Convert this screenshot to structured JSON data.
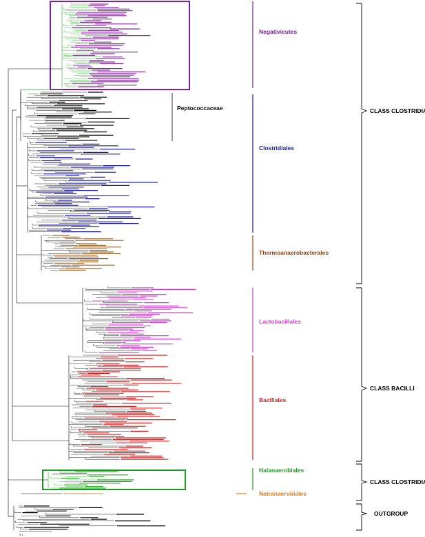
{
  "groups": {
    "negativicutes": {
      "label": "Negativicutes",
      "color": "#7b1fa2"
    },
    "peptococcaceae": {
      "label": "Peptococcaceae",
      "color": "#000000"
    },
    "clostridiales": {
      "label": "Clostridiales",
      "color": "#1a1aa6"
    },
    "thermoanaerobacterales": {
      "label": "Thermoanaerobacterales",
      "color": "#8b4513"
    },
    "lactobacillales": {
      "label": "Lactobacillales",
      "color": "#d63cd6"
    },
    "bacillales": {
      "label": "Bacillales",
      "color": "#d62020"
    },
    "halanaerobiales": {
      "label": "Halanaerobiales",
      "color": "#1a9a1a"
    },
    "natranaerobiales": {
      "label": "Natranaerobiales",
      "color": "#e07a1a"
    }
  },
  "classes": {
    "clostridia_top": "CLASS CLOSTRIDIA",
    "bacilli": "CLASS BACILLI",
    "clostridia_bottom": "CLASS CLOSTRIDIA",
    "outgroup": "OUTGROUP"
  },
  "scale_bar_label": "0.1",
  "colors": {
    "negativicutes_box": "#7b1fa2",
    "halanaerobiales_box": "#1a9a1a",
    "clostridiales_leaf": "#1a1aa6",
    "thermo_leaf": "#a0662a",
    "lacto_leaf": "#d63cd6",
    "bacillales_leaf": "#d62020",
    "negativicutes_leaf": "#8a2aa8",
    "green_branch": "#22aa22",
    "black": "#000000"
  }
}
